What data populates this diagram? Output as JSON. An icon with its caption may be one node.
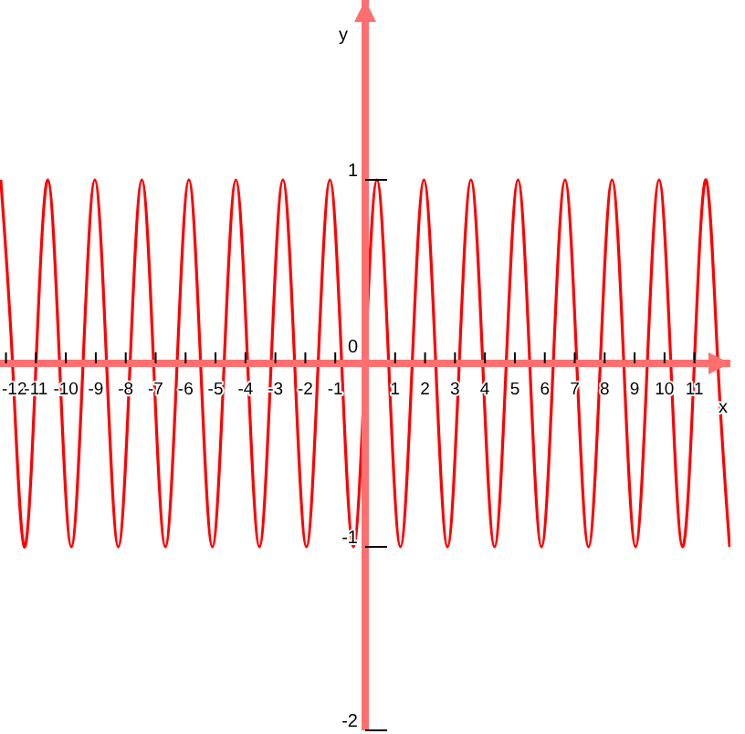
{
  "diagram": {
    "chart_data": {
      "type": "line",
      "xlabel": "x",
      "ylabel": "y",
      "x": [
        -12.174,
        -11.781,
        -11.388,
        -10.996,
        -10.603,
        -10.21,
        -9.817,
        -9.425,
        -9.032,
        -8.639,
        -8.247,
        -7.854,
        -7.461,
        -7.069,
        -6.676,
        -6.283,
        -5.89,
        -5.498,
        -5.105,
        -4.712,
        -4.32,
        -3.927,
        -3.534,
        -3.142,
        -2.749,
        -2.356,
        -1.963,
        -1.571,
        -1.178,
        -0.785,
        -0.393,
        0,
        0.393,
        0.785,
        1.178,
        1.571,
        1.963,
        2.356,
        2.749,
        3.142,
        3.534,
        3.927,
        4.32,
        4.712,
        5.105,
        5.498,
        5.89,
        6.283,
        6.676,
        7.069,
        7.461,
        7.854,
        8.247,
        8.639,
        9.032,
        9.425,
        9.817,
        10.21,
        10.603,
        10.996,
        11.388,
        11.781,
        12.174
      ],
      "series": [
        {
          "color": "#ff0000",
          "values": [
            1,
            0,
            -1,
            0,
            1,
            0,
            -1,
            0,
            1,
            0,
            -1,
            0,
            1,
            0,
            -1,
            0,
            1,
            0,
            -1,
            0,
            1,
            0,
            -1,
            0,
            1,
            0,
            -1,
            0,
            1,
            0,
            -1,
            0,
            1,
            0,
            -1,
            0,
            1,
            0,
            -1,
            0,
            1,
            0,
            -1,
            0,
            1,
            0,
            -1,
            0,
            1,
            0,
            -1,
            0,
            1,
            0,
            -1,
            0,
            1,
            0,
            -1,
            0,
            1,
            0,
            -1
          ]
        }
      ],
      "xlim": [
        -12.2,
        12.2
      ],
      "ylim": [
        -2.02,
        1.98
      ],
      "xticks": [
        -12,
        -11,
        -10,
        -9,
        -8,
        -7,
        -6,
        -5,
        -4,
        -3,
        -2,
        -1,
        1,
        2,
        3,
        4,
        5,
        6,
        7,
        8,
        9,
        10,
        11
      ],
      "yticks": [
        -2,
        -1,
        0,
        1
      ]
    }
  }
}
